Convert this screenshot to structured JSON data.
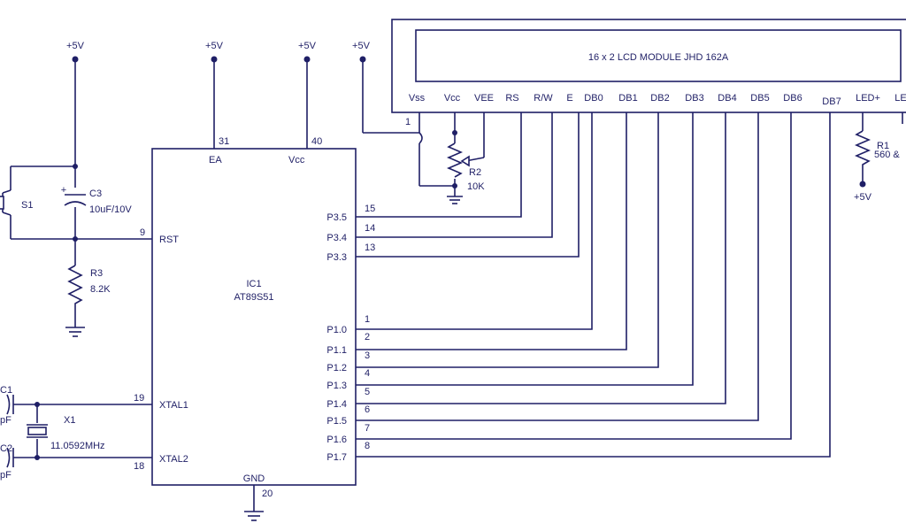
{
  "supply": {
    "vcc_label": "+5V"
  },
  "lcd": {
    "title": "16 x 2 LCD MODULE  JHD  162A",
    "pins": [
      "Vss",
      "Vcc",
      "VEE",
      "RS",
      "R/W",
      "E",
      "DB0",
      "DB1",
      "DB2",
      "DB3",
      "DB4",
      "DB5",
      "DB6",
      "DB7",
      "LED+",
      "LE"
    ],
    "pin1_number": "1"
  },
  "ic": {
    "designator": "IC1",
    "part": "AT89S51",
    "top_pins": [
      {
        "name": "EA",
        "num": "31"
      },
      {
        "name": "Vcc",
        "num": "40"
      }
    ],
    "left_pins": [
      {
        "name": "RST",
        "num": "9"
      },
      {
        "name": "XTAL1",
        "num": "19"
      },
      {
        "name": "XTAL2",
        "num": "18"
      }
    ],
    "right_pins": [
      {
        "name": "P3.5",
        "num": "15"
      },
      {
        "name": "P3.4",
        "num": "14"
      },
      {
        "name": "P3.3",
        "num": "13"
      },
      {
        "name": "P1.0",
        "num": "1"
      },
      {
        "name": "P1.1",
        "num": "2"
      },
      {
        "name": "P1.2",
        "num": "3"
      },
      {
        "name": "P1.3",
        "num": "4"
      },
      {
        "name": "P1.4",
        "num": "5"
      },
      {
        "name": "P1.5",
        "num": "6"
      },
      {
        "name": "P1.6",
        "num": "7"
      },
      {
        "name": "P1.7",
        "num": "8"
      }
    ],
    "bottom_pin": {
      "name": "GND",
      "num": "20"
    }
  },
  "parts": {
    "s1": "S1",
    "c3": {
      "ref": "C3",
      "value": "10uF/10V",
      "polarity": "+"
    },
    "r3": {
      "ref": "R3",
      "value": "8.2K"
    },
    "r2": {
      "ref": "R2",
      "value": "10K"
    },
    "r1": {
      "ref": "R1",
      "value": "560 &"
    },
    "c1": {
      "ref": "C1",
      "value": "pF"
    },
    "c2": {
      "ref": "C2",
      "value": "pF"
    },
    "x1": {
      "ref": "X1",
      "value": "11.0592MHz"
    }
  },
  "colors": {
    "ink": "#1f1f66",
    "paper": "#ffffff"
  }
}
